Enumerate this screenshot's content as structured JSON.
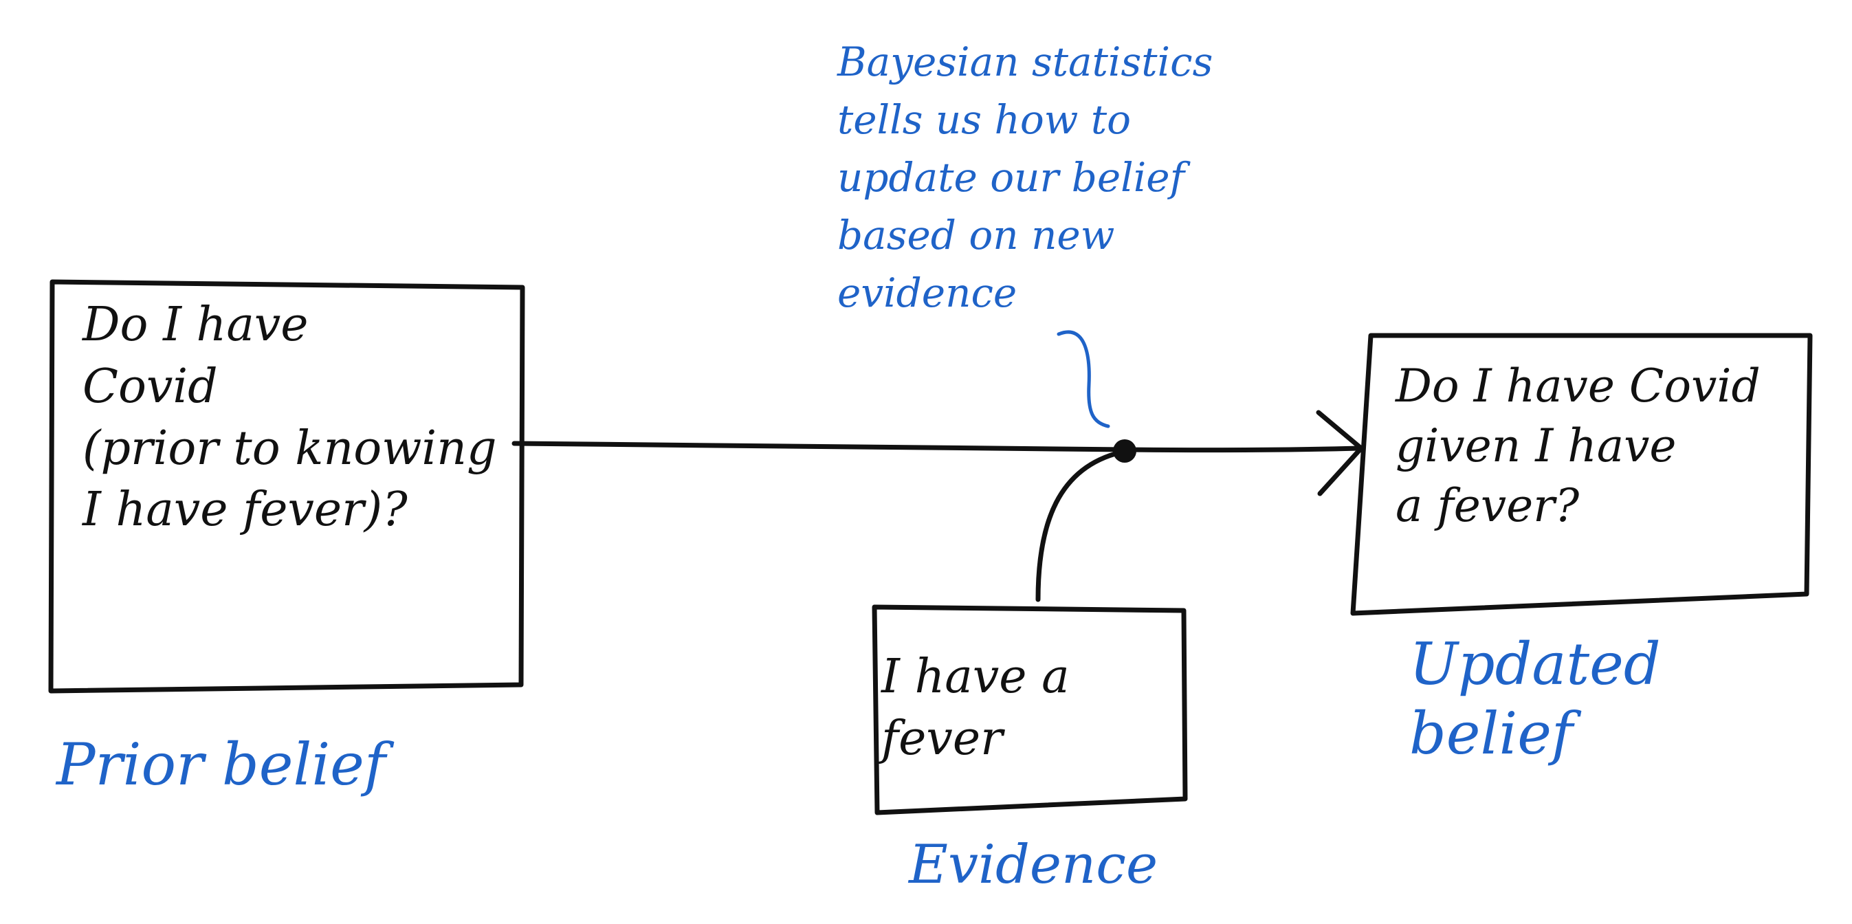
{
  "colors": {
    "ink": "#111111",
    "annotation": "#1f63c8",
    "background": "#ffffff"
  },
  "nodes": {
    "prior": {
      "question": "Do I have\nCovid\n(prior to knowing\n I have fever)?",
      "label": "Prior belief"
    },
    "evidence": {
      "text": "I have a\n fever",
      "label": "Evidence"
    },
    "updated": {
      "question": "Do I have Covid\ngiven I have\na fever?",
      "label": "Updated belief"
    }
  },
  "annotation": {
    "text": "Bayesian statistics\ntells us how to\nupdate our belief\nbased on new\nevidence"
  }
}
